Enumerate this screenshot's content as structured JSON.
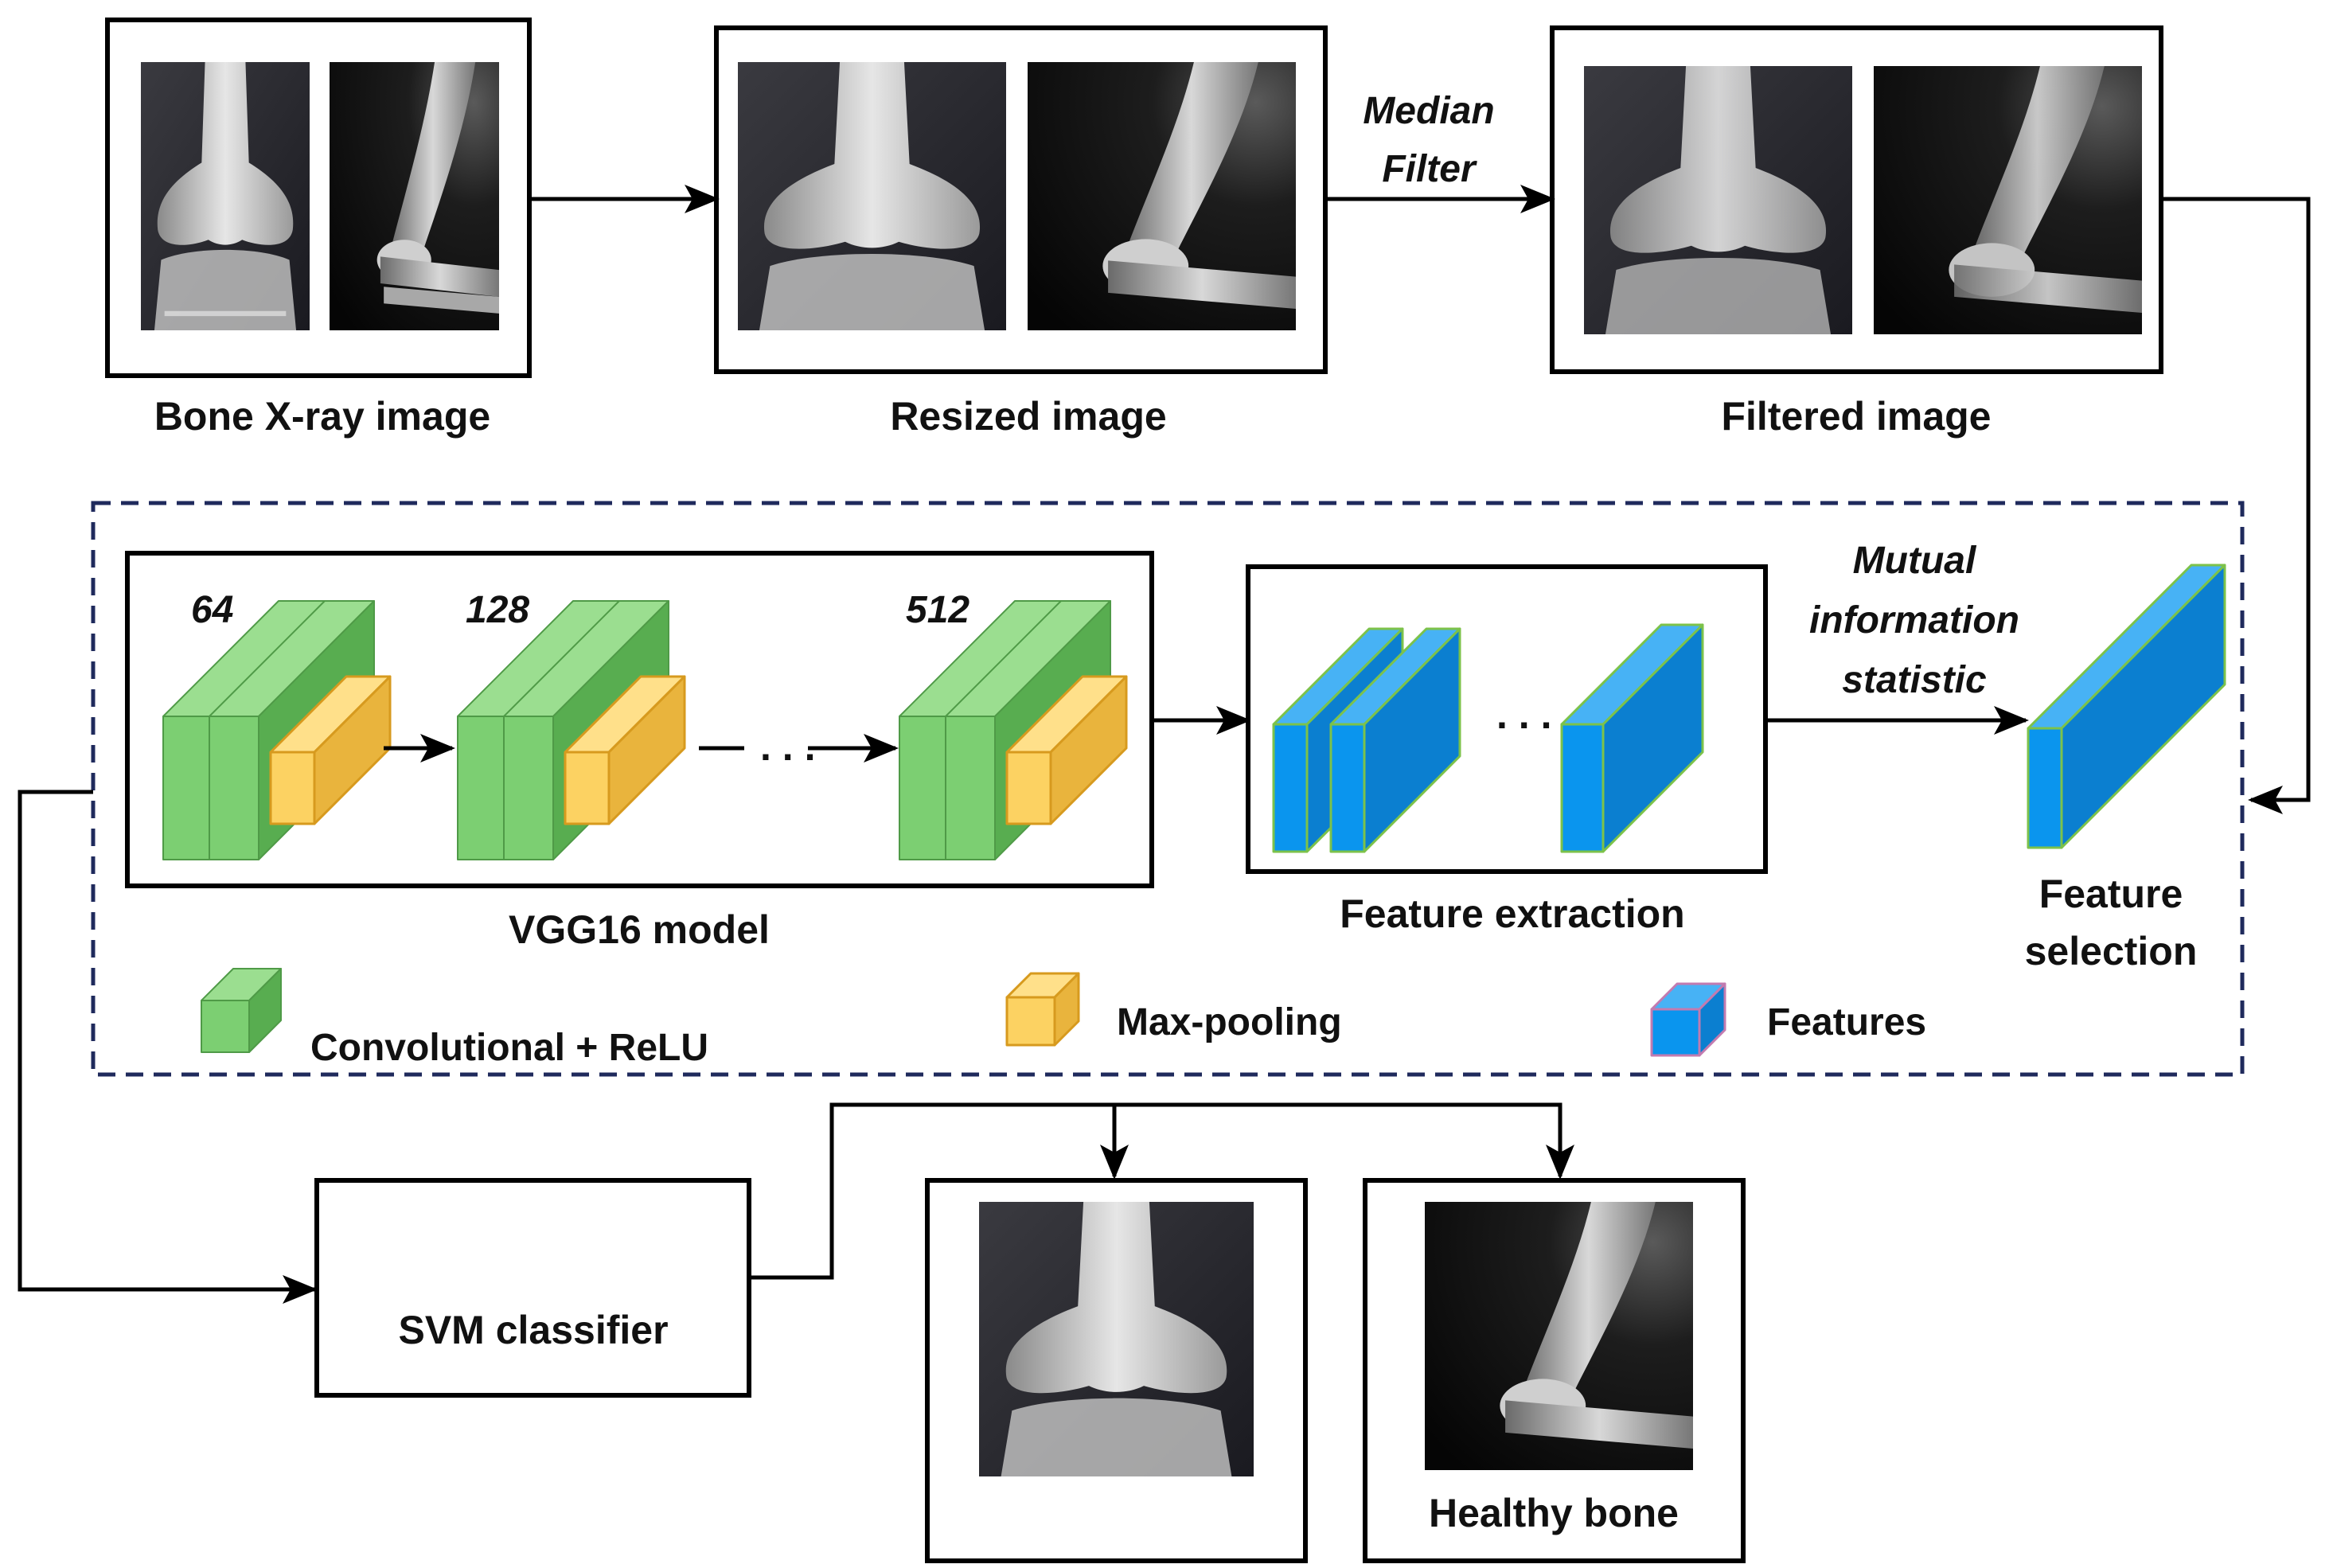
{
  "colors": {
    "conv_front": "#7ccf72",
    "conv_top": "#9bde90",
    "conv_side": "#58ad50",
    "pool_front": "#fcd262",
    "pool_top": "#ffe08a",
    "pool_side": "#e9b43d",
    "feature_front": "#0a95ee",
    "feature_top": "#47b2f5",
    "feature_side": "#0b7fd0",
    "feature_outline": "#7cc24a",
    "dashed_border": "#1f2a5c",
    "frame": "#000000"
  },
  "nodes": {
    "bone_xray": {
      "caption": "Bone X-ray image"
    },
    "resized": {
      "caption": "Resized image"
    },
    "filtered": {
      "caption": "Filtered image"
    },
    "vgg16": {
      "caption": "VGG16 model"
    },
    "feature_extraction": {
      "caption": "Feature extraction"
    },
    "feature_selection": {
      "caption_line1": "Feature",
      "caption_line2": "selection"
    },
    "svm": {
      "label": "SVM classifier"
    },
    "healthy": {
      "caption": "Healthy bone"
    }
  },
  "layers": {
    "first": "64",
    "second": "128",
    "last": "512"
  },
  "edges": {
    "median_filter": {
      "line1": "Median",
      "line2": "Filter"
    },
    "mutual_information": {
      "line1": "Mutual",
      "line2": "information",
      "line3": "statistic"
    }
  },
  "legend": {
    "conv": "Convolutional  +  ReLU",
    "pool": "Max-pooling",
    "features": "Features"
  },
  "image_kinds": [
    "knee-xray",
    "elbow-xray"
  ]
}
